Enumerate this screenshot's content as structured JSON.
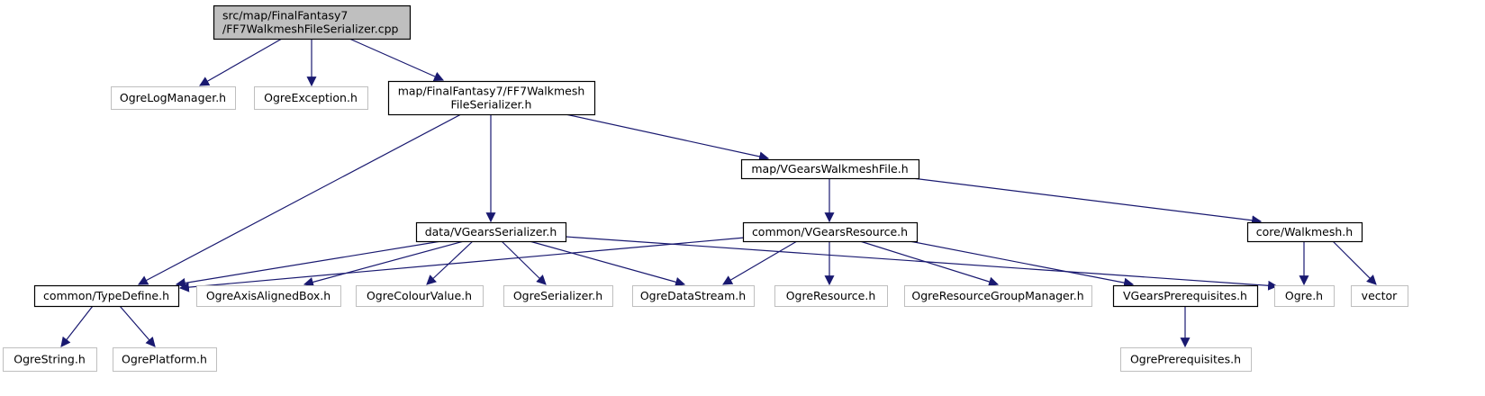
{
  "title": "Include dependency graph for FF7WalkmeshFileSerializer.cpp",
  "colors": {
    "edge": "#191970",
    "root_fill": "#bfbfbf",
    "documented_border": "#000000",
    "undocumented_border": "#bfbfbf",
    "text": "#000000"
  },
  "nodes": [
    {
      "id": "root",
      "lines": [
        "src/map/FinalFantasy7",
        "/FF7WalkmeshFileSerializer.cpp"
      ],
      "kind": "root"
    },
    {
      "id": "ogrelogmanager",
      "lines": [
        "OgreLogManager.h"
      ],
      "kind": "external"
    },
    {
      "id": "ogreexception",
      "lines": [
        "OgreException.h"
      ],
      "kind": "external"
    },
    {
      "id": "ff7serializer_h",
      "lines": [
        "map/FinalFantasy7/FF7Walkmesh",
        "FileSerializer.h"
      ],
      "kind": "documented"
    },
    {
      "id": "vgearswalkmeshfile",
      "lines": [
        "map/VGearsWalkmeshFile.h"
      ],
      "kind": "documented"
    },
    {
      "id": "vgearsserializer",
      "lines": [
        "data/VGearsSerializer.h"
      ],
      "kind": "documented"
    },
    {
      "id": "vgearsresource",
      "lines": [
        "common/VGearsResource.h"
      ],
      "kind": "documented"
    },
    {
      "id": "walkmesh",
      "lines": [
        "core/Walkmesh.h"
      ],
      "kind": "documented"
    },
    {
      "id": "typedefine",
      "lines": [
        "common/TypeDefine.h"
      ],
      "kind": "documented"
    },
    {
      "id": "ogreaabb",
      "lines": [
        "OgreAxisAlignedBox.h"
      ],
      "kind": "external"
    },
    {
      "id": "ogrecolour",
      "lines": [
        "OgreColourValue.h"
      ],
      "kind": "external"
    },
    {
      "id": "ogreserializer",
      "lines": [
        "OgreSerializer.h"
      ],
      "kind": "external"
    },
    {
      "id": "ogredatastream",
      "lines": [
        "OgreDataStream.h"
      ],
      "kind": "external"
    },
    {
      "id": "ogreresource",
      "lines": [
        "OgreResource.h"
      ],
      "kind": "external"
    },
    {
      "id": "ogrergm",
      "lines": [
        "OgreResourceGroupManager.h"
      ],
      "kind": "external"
    },
    {
      "id": "vgearsprereq",
      "lines": [
        "VGearsPrerequisites.h"
      ],
      "kind": "documented"
    },
    {
      "id": "ogre",
      "lines": [
        "Ogre.h"
      ],
      "kind": "external"
    },
    {
      "id": "vector",
      "lines": [
        "vector"
      ],
      "kind": "external"
    },
    {
      "id": "ogrestring",
      "lines": [
        "OgreString.h"
      ],
      "kind": "external"
    },
    {
      "id": "ogreplatform",
      "lines": [
        "OgrePlatform.h"
      ],
      "kind": "external"
    },
    {
      "id": "ogreprereq",
      "lines": [
        "OgrePrerequisites.h"
      ],
      "kind": "external"
    }
  ],
  "edges": [
    [
      "root",
      "ogrelogmanager"
    ],
    [
      "root",
      "ogreexception"
    ],
    [
      "root",
      "ff7serializer_h"
    ],
    [
      "ff7serializer_h",
      "typedefine"
    ],
    [
      "ff7serializer_h",
      "vgearsserializer"
    ],
    [
      "ff7serializer_h",
      "vgearswalkmeshfile"
    ],
    [
      "vgearswalkmeshfile",
      "vgearsresource"
    ],
    [
      "vgearswalkmeshfile",
      "walkmesh"
    ],
    [
      "vgearsserializer",
      "typedefine"
    ],
    [
      "vgearsserializer",
      "ogreaabb"
    ],
    [
      "vgearsserializer",
      "ogrecolour"
    ],
    [
      "vgearsserializer",
      "ogreserializer"
    ],
    [
      "vgearsserializer",
      "ogredatastream"
    ],
    [
      "vgearsserializer",
      "ogre"
    ],
    [
      "vgearsresource",
      "typedefine"
    ],
    [
      "vgearsresource",
      "ogredatastream"
    ],
    [
      "vgearsresource",
      "ogreresource"
    ],
    [
      "vgearsresource",
      "ogrergm"
    ],
    [
      "vgearsresource",
      "vgearsprereq"
    ],
    [
      "walkmesh",
      "ogre"
    ],
    [
      "walkmesh",
      "vector"
    ],
    [
      "typedefine",
      "ogrestring"
    ],
    [
      "typedefine",
      "ogreplatform"
    ],
    [
      "vgearsprereq",
      "ogreprereq"
    ]
  ]
}
